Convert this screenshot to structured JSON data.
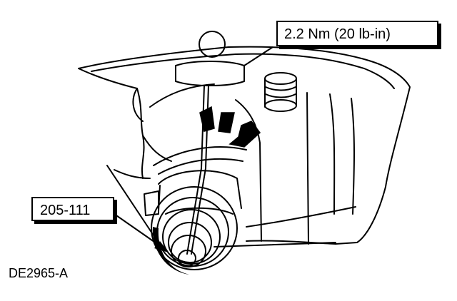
{
  "callouts": {
    "torque_spec": "2.2 Nm (20 lb-in)",
    "tool_number": "205-111"
  },
  "figure_id": "DE2965-A",
  "colors": {
    "line": "#000000",
    "background": "#ffffff"
  }
}
